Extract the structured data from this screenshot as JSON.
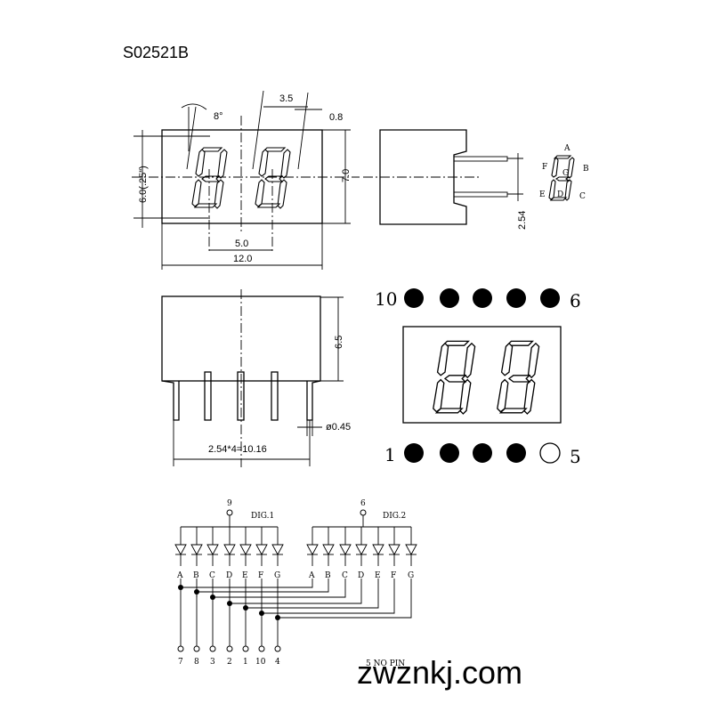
{
  "part_number": "S02521B",
  "dimensions": {
    "angle": "8°",
    "seg_width": "3.5",
    "seg_thickness": "0.8",
    "char_height": "6.0(.25\")",
    "height": "7.0",
    "digit_pitch": "5.0",
    "width": "12.0",
    "pin_pitch": "2.54",
    "depth": "6.5",
    "pin_dia": "ø0.45",
    "pin_span": "2.54*4=10.16"
  },
  "segment_map": {
    "a": "A",
    "b": "B",
    "c": "C",
    "d": "D",
    "e": "E",
    "f": "F",
    "g": "G"
  },
  "pin_layout": {
    "top_left": "10",
    "top_right": "6",
    "bottom_left": "1",
    "bottom_right": "5"
  },
  "circuit": {
    "dig1_pin": "9",
    "dig2_pin": "6",
    "dig1_label": "DIG.1",
    "dig2_label": "DIG.2",
    "segments": [
      "A",
      "B",
      "C",
      "D",
      "E",
      "F",
      "G"
    ],
    "bottom_pins": [
      "7",
      "8",
      "3",
      "2",
      "1",
      "10",
      "4"
    ],
    "no_pin_note": "5 NO PIN"
  },
  "watermark": "zwznkj.com"
}
